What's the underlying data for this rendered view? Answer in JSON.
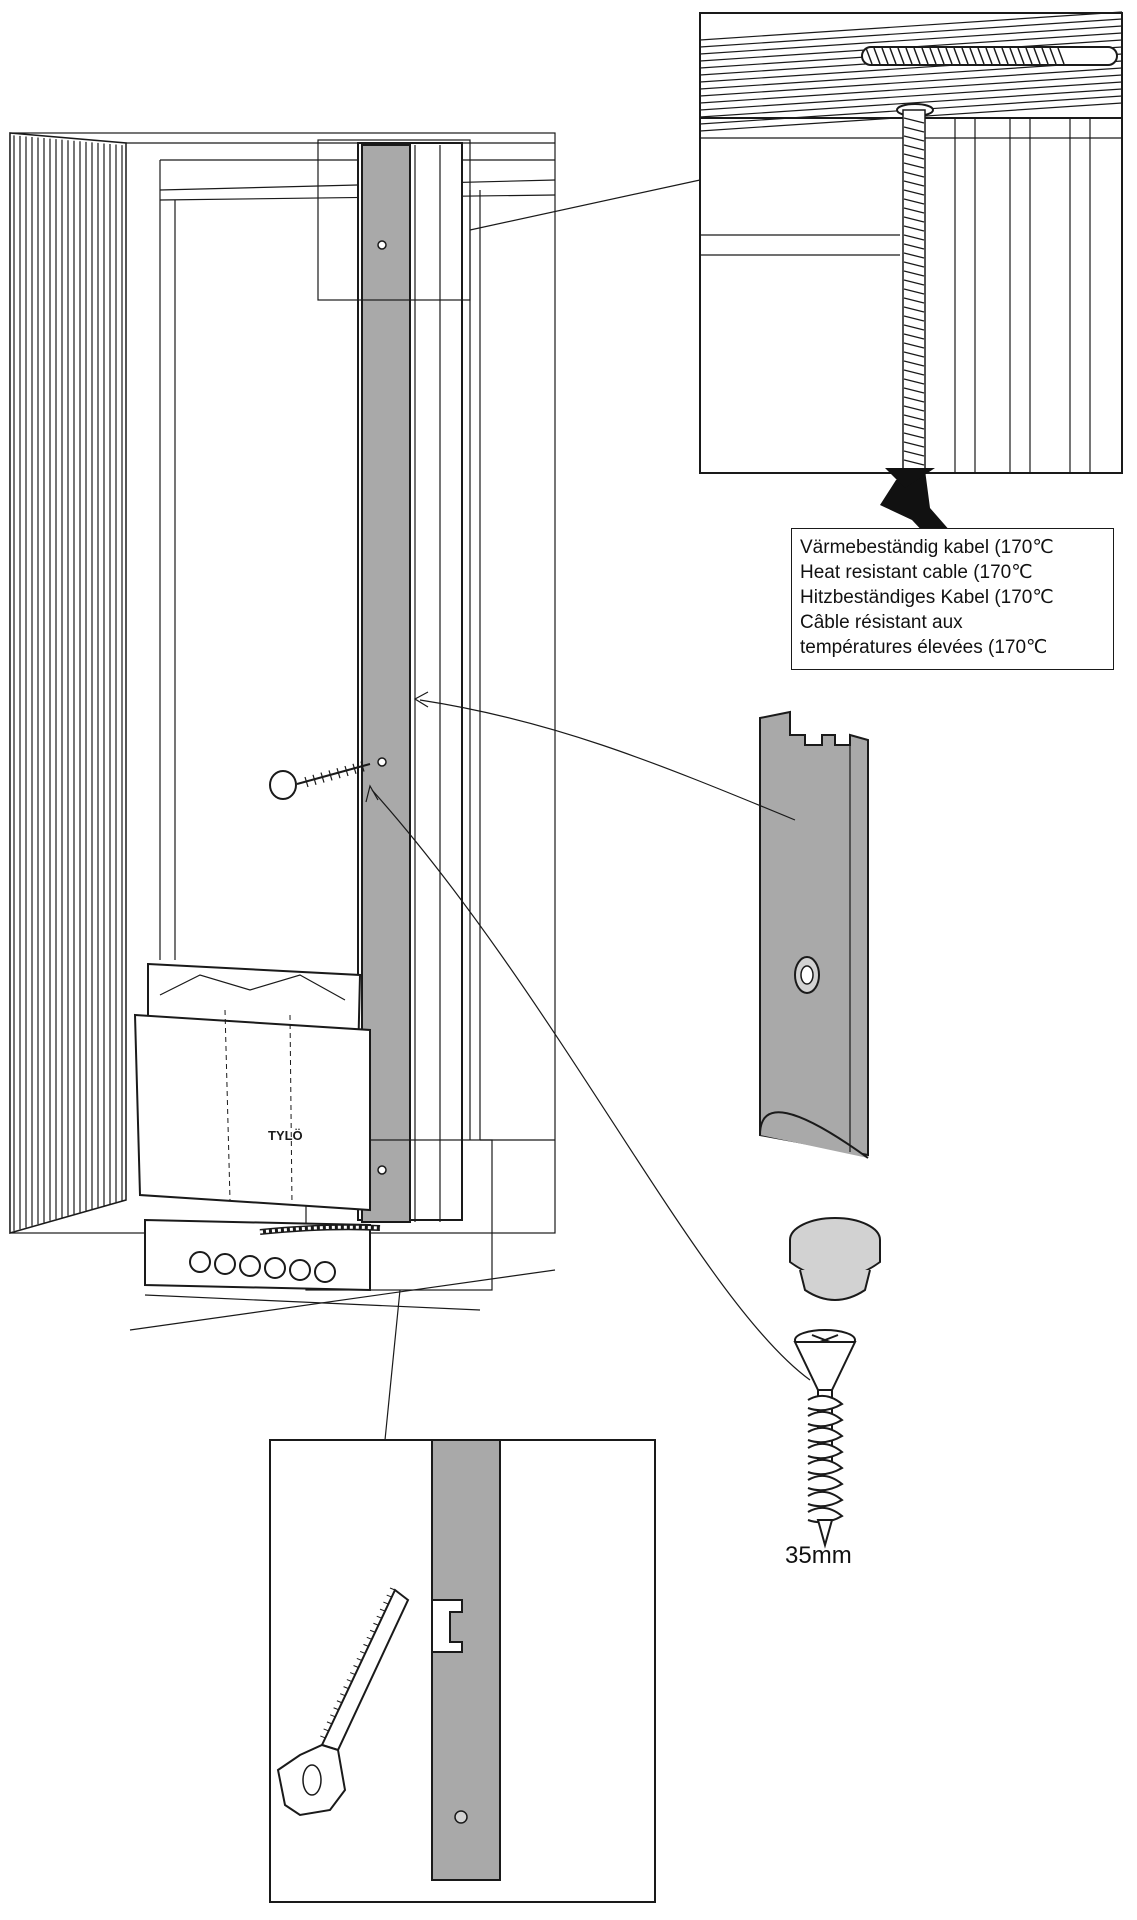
{
  "cable_label": {
    "lines": [
      "Värmebeständig kabel (170℃",
      "Heat resistant cable (170℃",
      "Hitzbeständiges Kabel (170℃",
      "Câble résistant aux",
      "températures élevées (170℃"
    ]
  },
  "screw": {
    "length_label": "35mm"
  },
  "heater": {
    "brand_label": "TYLÖ"
  },
  "colors": {
    "line": "#1a1a1a",
    "strip_grey": "#a9a9a9",
    "cap_grey": "#d2d2d2",
    "background": "#ffffff"
  }
}
